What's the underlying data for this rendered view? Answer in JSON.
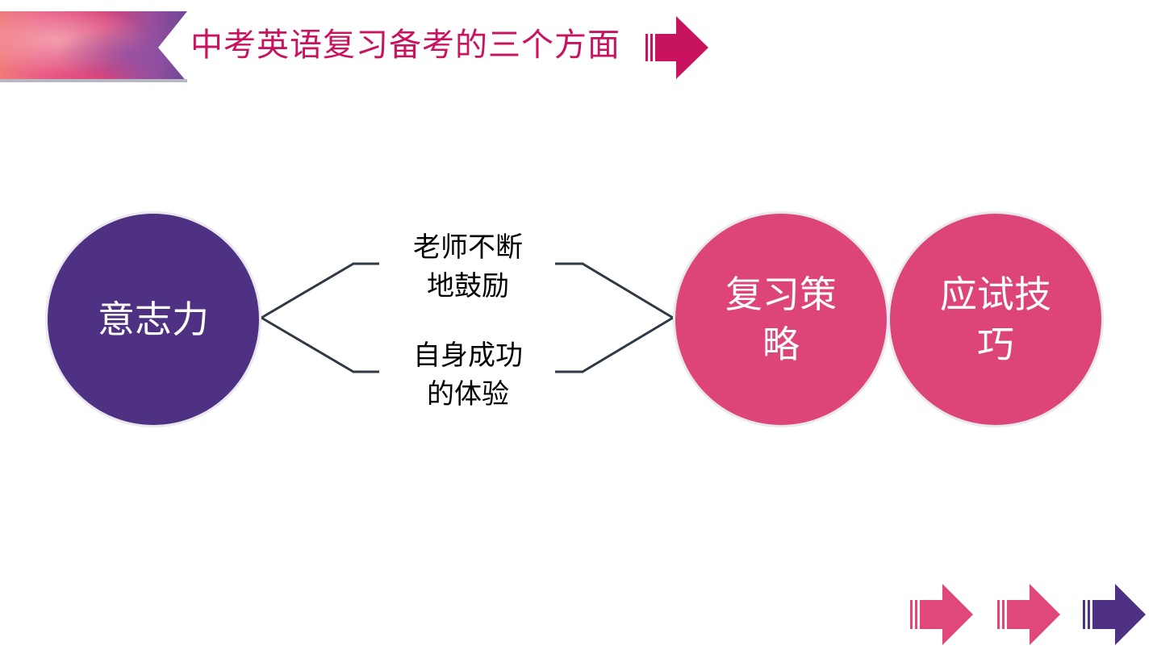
{
  "title": "中考英语复习备考的三个方面",
  "colors": {
    "title": "#c8145f",
    "purple": "#4e3183",
    "pink": "#dd4578",
    "connector": "#2f3a45"
  },
  "left_circle": {
    "label": "意志力"
  },
  "supports": [
    {
      "line1": "老师不断",
      "line2": "地鼓励"
    },
    {
      "line1": "自身成功",
      "line2": "的体验"
    }
  ],
  "right_circles": [
    {
      "line1": "复习策",
      "line2": "略"
    },
    {
      "line1": "应试技",
      "line2": "巧"
    }
  ],
  "icons": {
    "banner": "watercolor-banner-icon",
    "title_arrow": "arrow-right-icon",
    "nav_arrows": [
      "arrow-right-icon",
      "arrow-right-icon",
      "arrow-right-icon"
    ]
  }
}
